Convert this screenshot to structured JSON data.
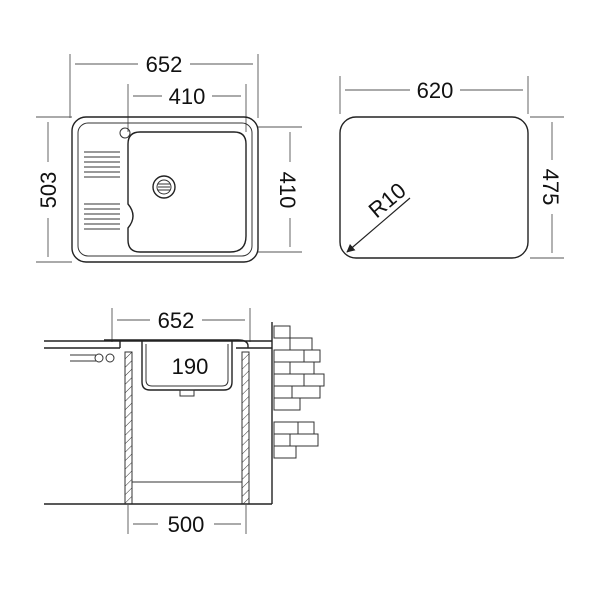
{
  "top_view": {
    "overall_width": "652",
    "bowl_width": "410",
    "overall_depth": "503",
    "bowl_depth": "410"
  },
  "cutout_view": {
    "width": "620",
    "depth": "475",
    "radius": "R10"
  },
  "side_view": {
    "overall_width": "652",
    "bowl_depth": "190",
    "cabinet_width": "500"
  }
}
